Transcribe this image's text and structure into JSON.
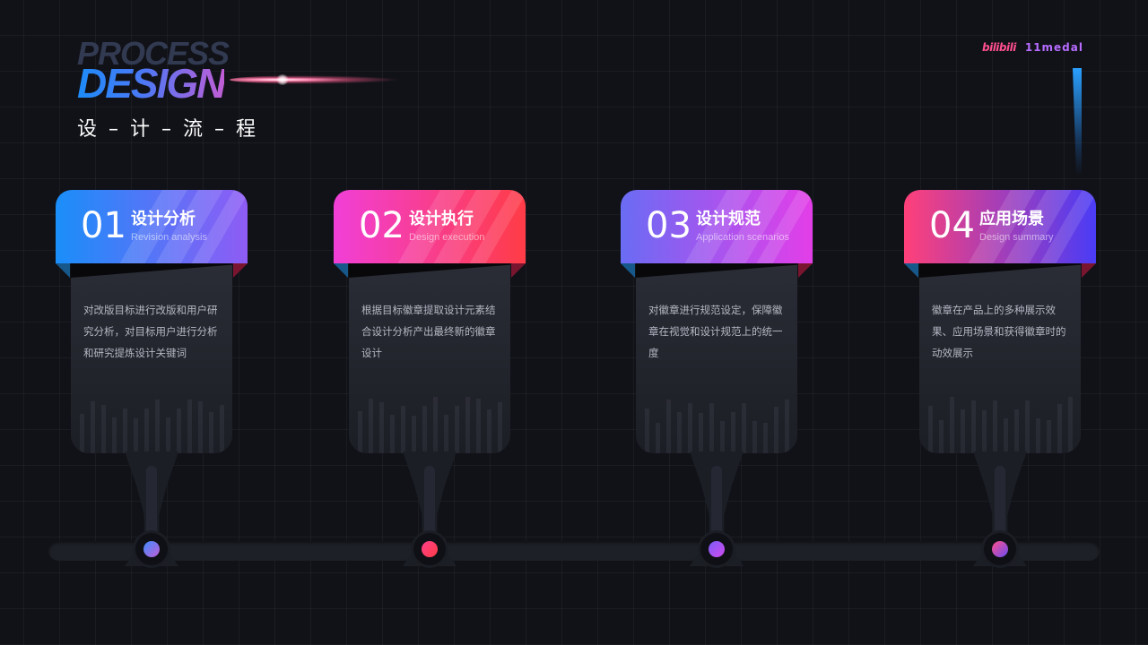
{
  "header": {
    "title_line1": "PROCESS",
    "title_line2": "DESIGN",
    "subtitle": "设 – 计 – 流 – 程"
  },
  "brand": {
    "logo": "bilibili",
    "name": "11medal"
  },
  "steps": [
    {
      "number": "01",
      "title": "设计分析",
      "subtitle": "Revision analysis",
      "description": "对改版目标进行改版和用户研究分析，对目标用户进行分析和研究提炼设计关键词",
      "gradient": [
        "#1a8ef9",
        "#8f5cf5"
      ],
      "dot": [
        "#3f8cff",
        "#c05ed6"
      ]
    },
    {
      "number": "02",
      "title": "设计执行",
      "subtitle": "Design execution",
      "description": "根据目标徽章提取设计元素结合设计分析产出最终新的徽章设计",
      "gradient": [
        "#f13fd8",
        "#ff3c46"
      ],
      "dot": [
        "#ff3f8a",
        "#ff3c46"
      ]
    },
    {
      "number": "03",
      "title": "设计规范",
      "subtitle": "Application scenarios",
      "description": "对徽章进行规范设定，保障徽章在视觉和设计规范上的统一度",
      "gradient": [
        "#6a6cf4",
        "#e33ee8"
      ],
      "dot": [
        "#7a5cf6",
        "#d24bf0"
      ]
    },
    {
      "number": "04",
      "title": "应用场景",
      "subtitle": "Design summary",
      "description": "徽章在产品上的多种展示效果、应用场景和获得徽章时的动效展示",
      "gradient": [
        "#ff4079",
        "#4a3cf6"
      ],
      "dot": [
        "#ff4f8a",
        "#6a4cf2"
      ]
    }
  ]
}
